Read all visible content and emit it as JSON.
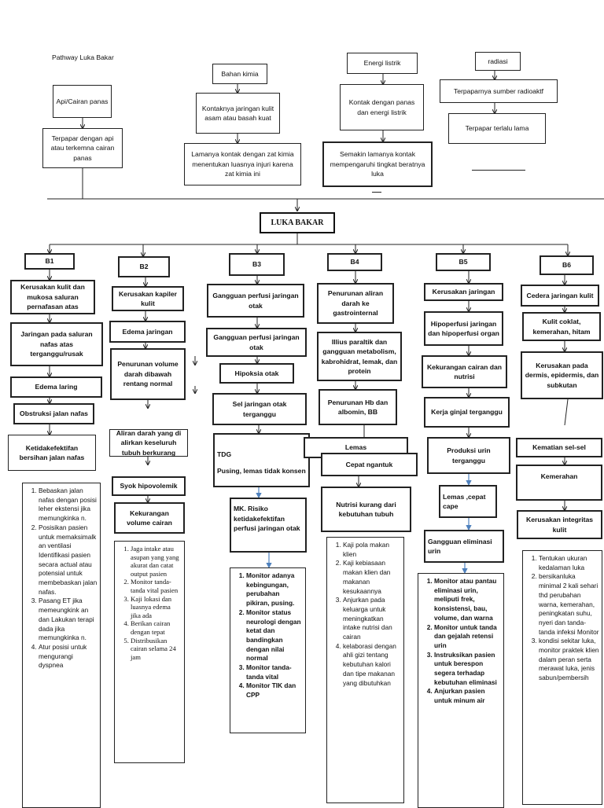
{
  "title": "Pathway Luka Bakar",
  "center": "LUKA BAKAR",
  "top": {
    "api_cairan": "Api/Cairan panas",
    "terpapar_api": "Terpapar dengan api atau terkemna cairan panas",
    "bahan_kimia": "Bahan kimia",
    "kontak_kimia": "Kontaknya jaringan kulit asam atau basah kuat",
    "lamanya_kimia": "Lamanya kontak dengan zat kimia menentukan luasnya injuri karena zat kimia ini",
    "energi_listrik": "Energi listrik",
    "kontak_listrik": "Kontak dengan panas dan energi listrik",
    "lamanya_listrik": "Semakin lamanya kontak mempengaruhi tingkat beratnya luka",
    "radiasi": "radiasi",
    "terpapar_radio": "Terpaparnya sumber radioaktf",
    "terpapar_lama": "Terpapar terlalu lama"
  },
  "b1": {
    "label": "B1",
    "n1": "Kerusakan kulit dan mukosa saluran pernafasan atas",
    "n2": "Jaringan pada saluran nafas atas terganggu/rusak",
    "n3": "Edema laring",
    "n4": "Obstruksi jalan nafas",
    "n5": "Ketidakefektifan bersihan jalan nafas",
    "interventions": [
      "Bebaskan jalan nafas dengan posisi leher ekstensi jika memungkinka n.",
      "Posisikan pasien untuk memaksimalk an ventilasi Identifikasi pasien secara actual atau potensial untuk membebaskan jalan nafas.",
      "Pasang ET jika memeungkink an dan Lakukan terapi dada jika memungkinka n.",
      "Atur posisi untuk mengurangi dyspnea"
    ]
  },
  "b2": {
    "label": "B2",
    "n1": "Kerusakan kapiler kulit",
    "n2": "Edema jaringan",
    "n3": "Penurunan volume darah dibawah rentang normal",
    "n4": "Aliran darah yang di alirkan keseluruh tubuh berkurang",
    "n5": "Syok hipovolemik",
    "n6": "Kekurangan volume cairan",
    "interventions": [
      "Jaga intake atau asupan yang yang akurat dan catat output pasien",
      "Monitor tanda-tanda vital pasien",
      "Kaji lokasi dan luasnya edema jika ada",
      "Berikan cairan dengan tepat",
      "Distribusikan cairan selama 24 jam"
    ]
  },
  "b3": {
    "label": "B3",
    "n1": "Gangguan perfusi jaringan otak",
    "n2": "Gangguan perfusi jaringan otak",
    "n3": "Hipoksia otak",
    "n4": "Sel jaringan otak terganggu",
    "n5a": "TDG",
    "n5b": "Pusing, lemas tidak konsen",
    "n6": "MK. Risiko ketidakefektifan perfusi jaringan otak",
    "interventions": [
      "Monitor adanya kebingungan, perubahan pikiran, pusing.",
      "Monitor status neurologi dengan ketat dan bandingkan dengan nilai normal",
      "Monitor tanda-tanda vital",
      "Monitor TIK dan CPP"
    ]
  },
  "b4": {
    "label": "B4",
    "n1": "Penurunan aliran darah ke gastrointernal",
    "n2": "Illius paraltik dan gangguan metabolism, kabrohidrat, lemak, dan protein",
    "n3": "Penurunan Hb dan albomin, BB",
    "n4a": "Lemas",
    "n4b": "Cepat ngantuk",
    "n5": "Nutrisi kurang dari kebutuhan tubuh",
    "interventions": [
      "Kaji pola makan klien",
      "Kaji kebiasaan makan klien dan makanan kesukaannya",
      "Anjurkan pada keluarga untuk meningkatkan intake nutrisi dan cairan",
      "kelaborasi dengan ahli gizi tentang kebutuhan kalori dan tipe makanan yang dibutuhkan"
    ]
  },
  "b5": {
    "label": "B5",
    "n1": "Kerusakan jaringan",
    "n2": "Hipoperfusi jaringan dan hipoperfusi organ",
    "n3": "Kekurangan cairan dan nutrisi",
    "n4": "Kerja ginjal terganggu",
    "n5": "Produksi urin terganggu",
    "n6": "Lemas ,cepat cape",
    "n7": "Gangguan eliminasi urin",
    "interventions": [
      "Monitor atau pantau eliminasi urin, meliputi frek, konsistensi, bau, volume, dan warna",
      "Monitor untuk tanda dan gejalah retensi urin",
      "Instruksikan pasien untuk berespon segera terhadap kebutuhan eliminasi",
      "Anjurkan pasien untuk minum air"
    ]
  },
  "b6": {
    "label": "B6",
    "n1": "Cedera jaringan kulit",
    "n2": "Kulit coklat, kemerahan, hitam",
    "n3": "Kerusakan pada dermis, epidermis, dan subkutan",
    "n4": "Kematian sel-sel",
    "n5": "Kemerahan",
    "n6": "Kerusakan integritas kulit",
    "interventions": [
      "Tentukan ukuran kedalaman luka",
      "bersikanluka minimal 2 kali sehari thd perubahan warna, kemerahan, peningkatan suhu, nyeri dan tanda-tanda infeksi Monitor",
      "kondisi sekitar luka, monitor praktek klien dalam peran serta merawat luka, jenis sabun/pembersih"
    ]
  },
  "colors": {
    "line": "#222222",
    "blue_arrow": "#4f81bd"
  }
}
